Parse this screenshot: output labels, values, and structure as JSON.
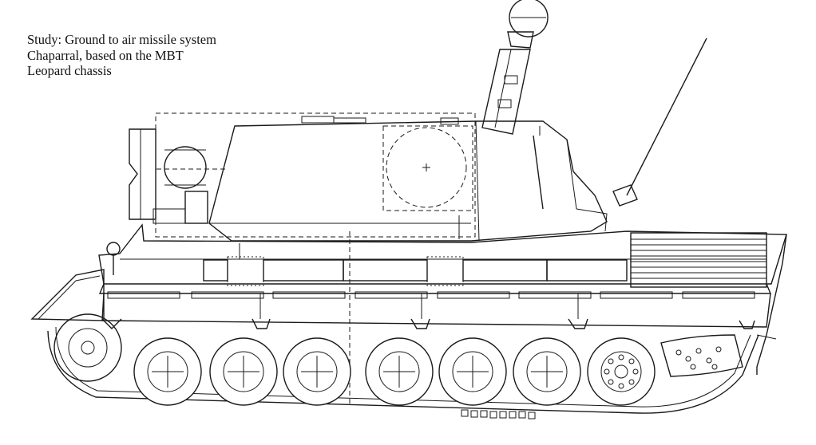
{
  "caption": {
    "lines": [
      "Study: Ground to air missile system",
      "Chaparral, based on the MBT",
      "Leopard chassis"
    ]
  },
  "drawing": {
    "subject": "tank-side-elevation",
    "road_wheel_count": 7,
    "line_color": "#1a1a1a",
    "background_color": "#ffffff"
  }
}
